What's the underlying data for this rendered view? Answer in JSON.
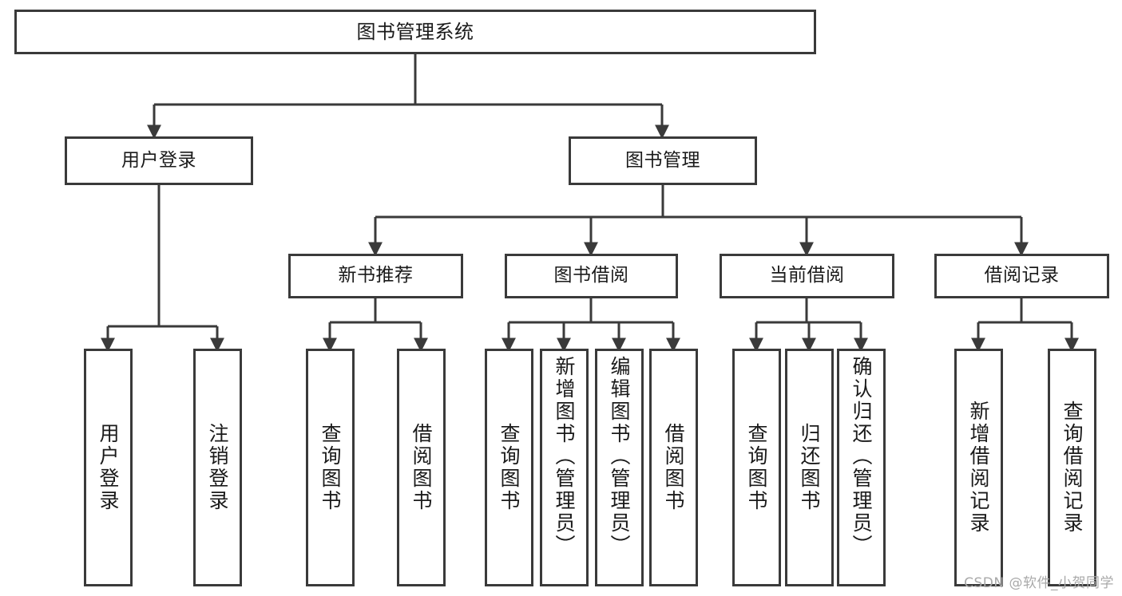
{
  "diagram": {
    "title": "图书管理系统",
    "type": "tree-hierarchy",
    "stroke_color": "#3a3a3a",
    "background_color": "#ffffff",
    "text_color": "#1a1a1a",
    "levels": [
      {
        "level": 0,
        "nodes": [
          {
            "id": "root",
            "label": "图书管理系统",
            "orientation": "horizontal"
          }
        ]
      },
      {
        "level": 1,
        "nodes": [
          {
            "id": "l1a",
            "label": "用户登录",
            "orientation": "horizontal"
          },
          {
            "id": "l1b",
            "label": "图书管理",
            "orientation": "horizontal"
          }
        ]
      },
      {
        "level": 2,
        "nodes": [
          {
            "id": "l2a",
            "label": "新书推荐",
            "orientation": "horizontal"
          },
          {
            "id": "l2b",
            "label": "图书借阅",
            "orientation": "horizontal"
          },
          {
            "id": "l2c",
            "label": "当前借阅",
            "orientation": "horizontal"
          },
          {
            "id": "l2d",
            "label": "借阅记录",
            "orientation": "horizontal"
          }
        ]
      },
      {
        "level": 3,
        "nodes": [
          {
            "id": "f1",
            "label": "用户登录",
            "orientation": "vertical",
            "parent": "l1a"
          },
          {
            "id": "f2",
            "label": "注销登录",
            "orientation": "vertical",
            "parent": "l1a"
          },
          {
            "id": "f3",
            "label": "查询图书",
            "orientation": "vertical",
            "parent": "l2a"
          },
          {
            "id": "f4",
            "label": "借阅图书",
            "orientation": "vertical",
            "parent": "l2a"
          },
          {
            "id": "f5",
            "label": "查询图书",
            "orientation": "vertical",
            "parent": "l2b"
          },
          {
            "id": "f6",
            "label": "新增图书（管理员）",
            "orientation": "vertical",
            "parent": "l2b"
          },
          {
            "id": "f7",
            "label": "编辑图书（管理员）",
            "orientation": "vertical",
            "parent": "l2b"
          },
          {
            "id": "f8",
            "label": "借阅图书",
            "orientation": "vertical",
            "parent": "l2b"
          },
          {
            "id": "f9",
            "label": "查询图书",
            "orientation": "vertical",
            "parent": "l2c"
          },
          {
            "id": "f10",
            "label": "归还图书",
            "orientation": "vertical",
            "parent": "l2c"
          },
          {
            "id": "f11",
            "label": "确认归还（管理员）",
            "orientation": "vertical",
            "parent": "l2c"
          },
          {
            "id": "f12",
            "label": "新增借阅记录",
            "orientation": "vertical",
            "parent": "l2d"
          },
          {
            "id": "f13",
            "label": "查询借阅记录",
            "orientation": "vertical",
            "parent": "l2d"
          }
        ]
      }
    ]
  },
  "watermark": {
    "text": "CSDN @软件_小贺同学"
  }
}
